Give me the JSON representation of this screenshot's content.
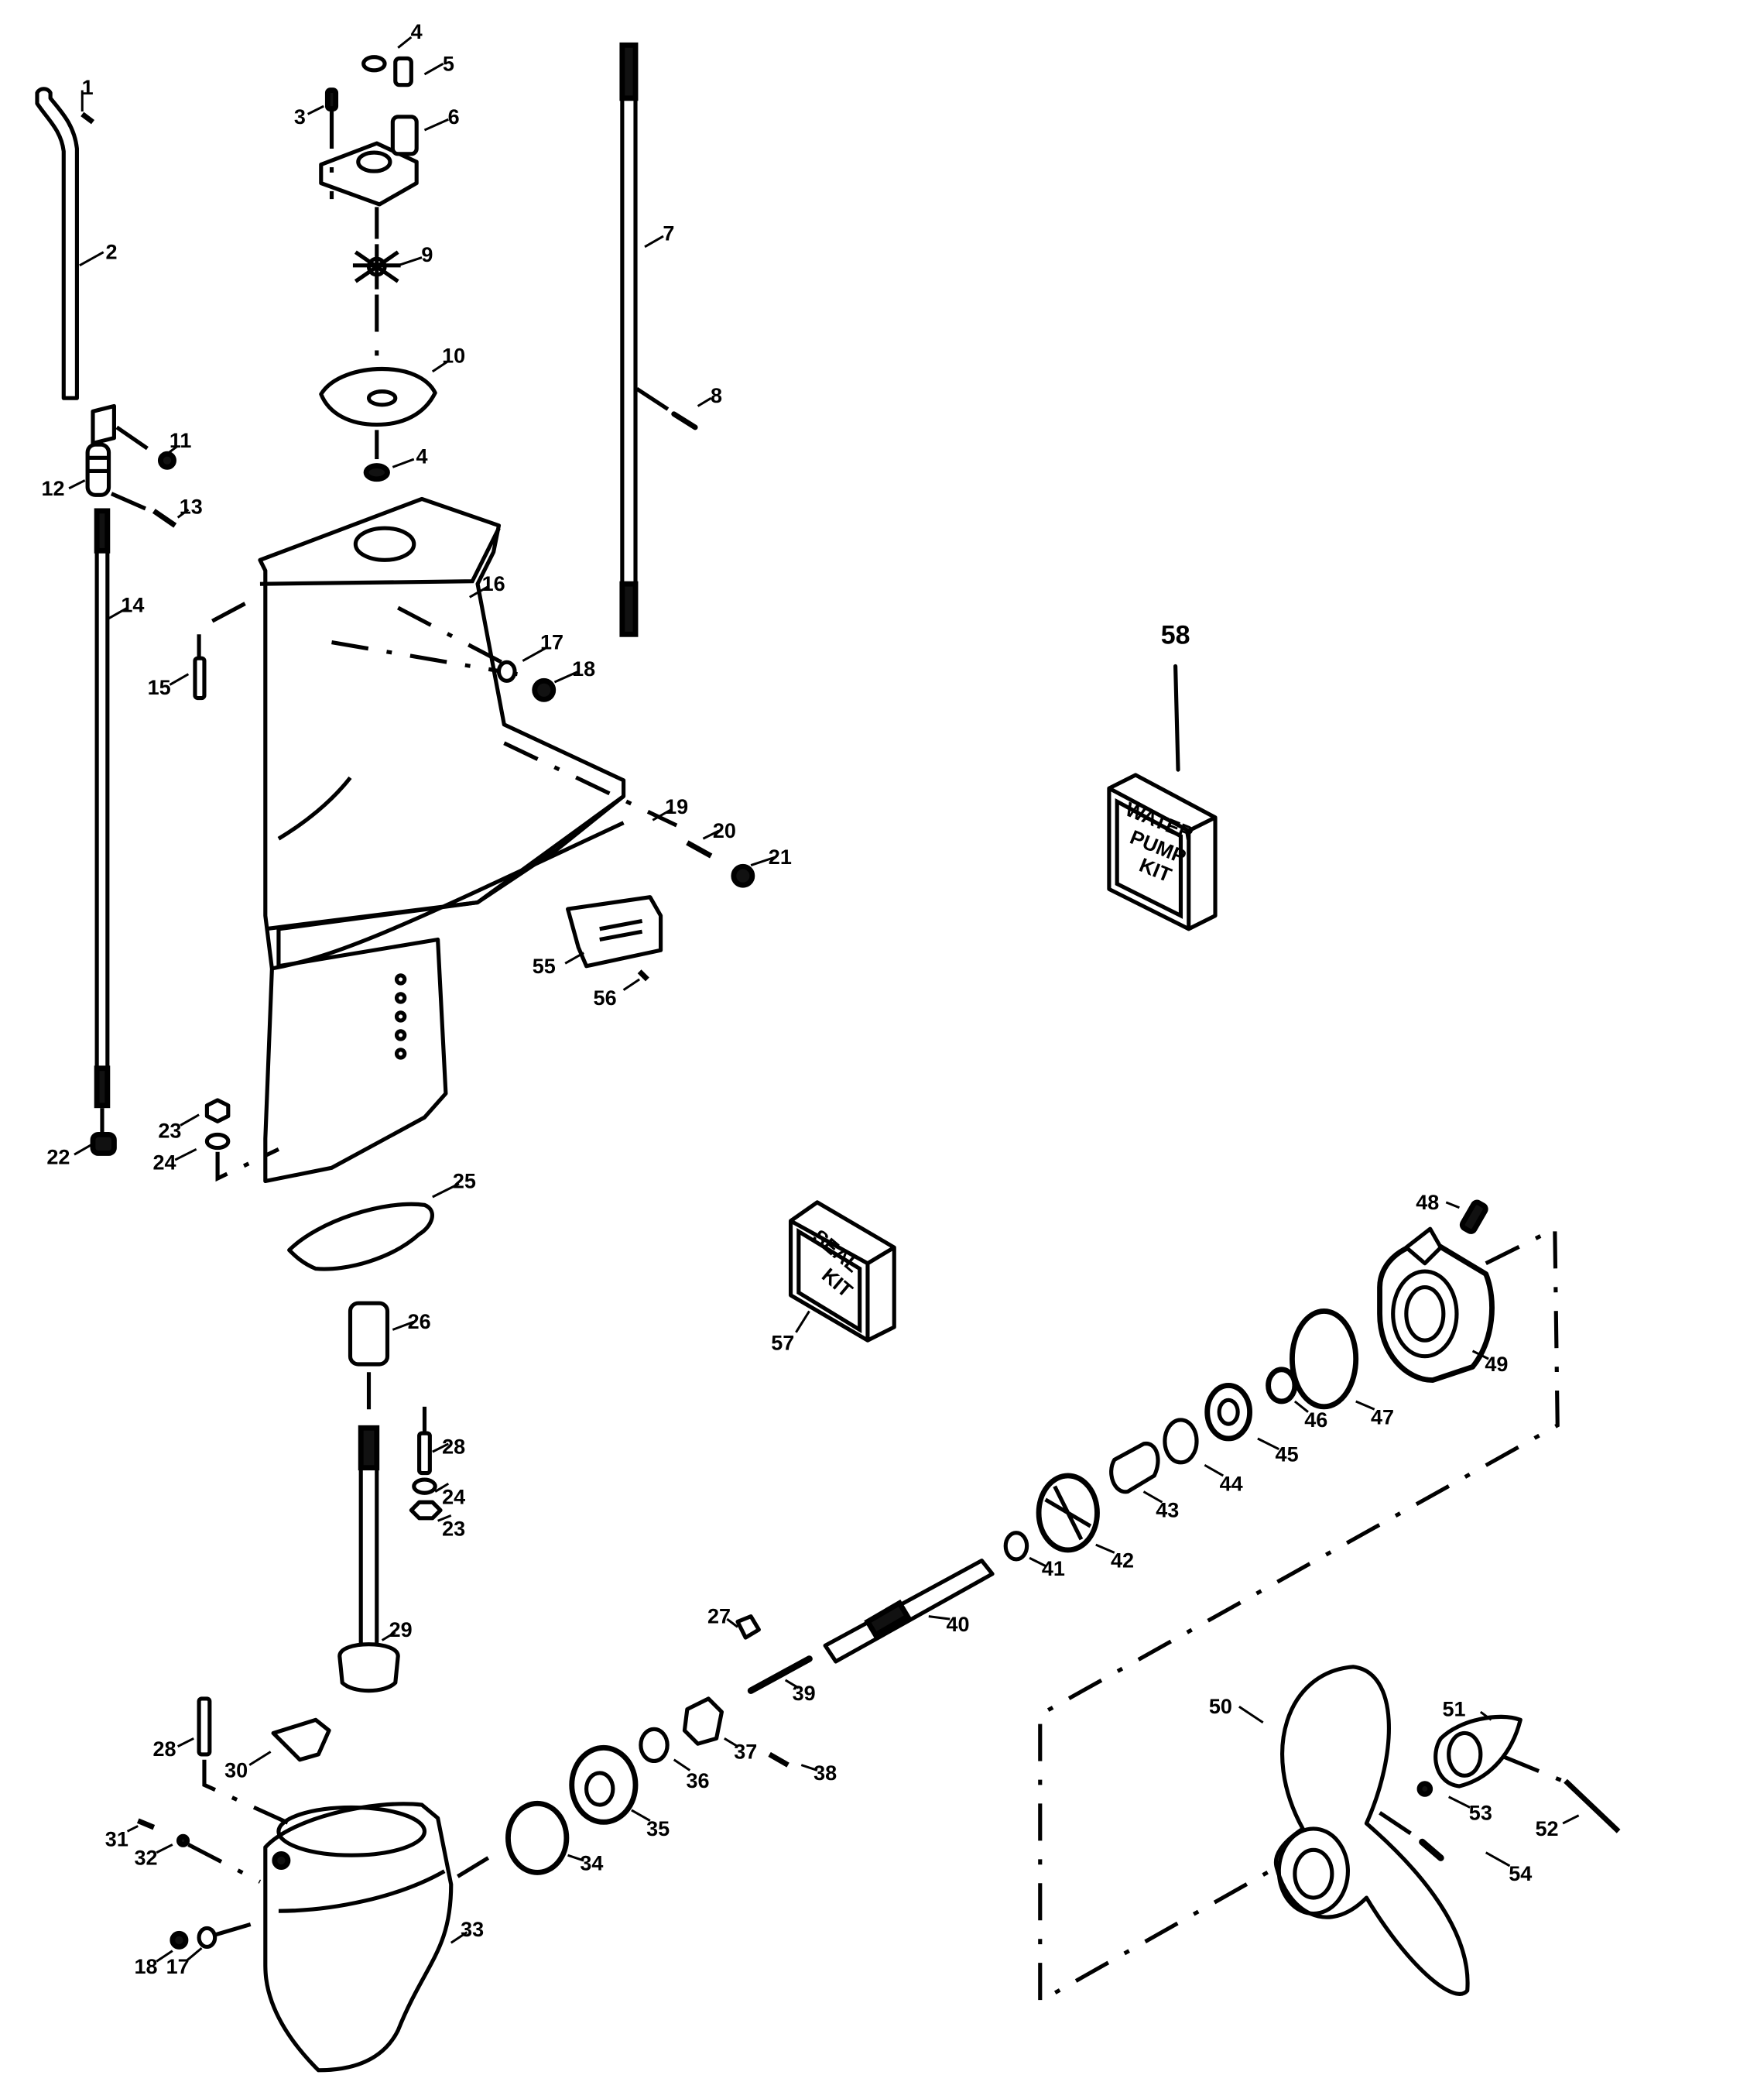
{
  "diagram": {
    "title": "Outboard lower unit (gearcase) exploded parts diagram",
    "background_color": "#ffffff",
    "line_color": "#000000"
  },
  "callouts": [
    {
      "id": "c1",
      "label": "1",
      "part": "pin"
    },
    {
      "id": "c2",
      "label": "2",
      "part": "shift rod (upper)"
    },
    {
      "id": "c3",
      "label": "3",
      "part": "screw"
    },
    {
      "id": "c4a",
      "label": "4",
      "part": "seal"
    },
    {
      "id": "c5",
      "label": "5",
      "part": "water tube grommet"
    },
    {
      "id": "c6",
      "label": "6",
      "part": "water pump housing"
    },
    {
      "id": "c7",
      "label": "7",
      "part": "drive shaft"
    },
    {
      "id": "c8",
      "label": "8",
      "part": "pin"
    },
    {
      "id": "c9",
      "label": "9",
      "part": "impeller"
    },
    {
      "id": "c10",
      "label": "10",
      "part": "impeller plate"
    },
    {
      "id": "c4b",
      "label": "4",
      "part": "seal"
    },
    {
      "id": "c11",
      "label": "11",
      "part": "screw"
    },
    {
      "id": "c12",
      "label": "12",
      "part": "shift rod connector"
    },
    {
      "id": "c13",
      "label": "13",
      "part": "pin"
    },
    {
      "id": "c14",
      "label": "14",
      "part": "shift rod (lower)"
    },
    {
      "id": "c15",
      "label": "15",
      "part": "bolt"
    },
    {
      "id": "c16",
      "label": "16",
      "part": "drive shaft housing"
    },
    {
      "id": "c17a",
      "label": "17",
      "part": "washer"
    },
    {
      "id": "c18a",
      "label": "18",
      "part": "screw"
    },
    {
      "id": "c19",
      "label": "19",
      "part": "anti-cavitation plate"
    },
    {
      "id": "c20",
      "label": "20",
      "part": "pin"
    },
    {
      "id": "c21",
      "label": "21",
      "part": "screw"
    },
    {
      "id": "c55",
      "label": "55",
      "part": "trim tab / anode"
    },
    {
      "id": "c56",
      "label": "56",
      "part": "screw"
    },
    {
      "id": "c22",
      "label": "22",
      "part": "grommet"
    },
    {
      "id": "c23a",
      "label": "23",
      "part": "nut"
    },
    {
      "id": "c24a",
      "label": "24",
      "part": "washer"
    },
    {
      "id": "c25",
      "label": "25",
      "part": "gasket"
    },
    {
      "id": "c26",
      "label": "26",
      "part": "sleeve"
    },
    {
      "id": "c28a",
      "label": "28",
      "part": "stud"
    },
    {
      "id": "c24b",
      "label": "24",
      "part": "washer"
    },
    {
      "id": "c23b",
      "label": "23",
      "part": "nut"
    },
    {
      "id": "c29",
      "label": "29",
      "part": "pinion shaft / drive gear"
    },
    {
      "id": "c28b",
      "label": "28",
      "part": "stud"
    },
    {
      "id": "c30",
      "label": "30",
      "part": "shift lever bracket"
    },
    {
      "id": "c31",
      "label": "31",
      "part": "screw"
    },
    {
      "id": "c32",
      "label": "32",
      "part": "ball"
    },
    {
      "id": "c33",
      "label": "33",
      "part": "gearcase"
    },
    {
      "id": "c18b",
      "label": "18",
      "part": "screw"
    },
    {
      "id": "c17b",
      "label": "17",
      "part": "washer"
    },
    {
      "id": "c34",
      "label": "34",
      "part": "bearing cup"
    },
    {
      "id": "c35",
      "label": "35",
      "part": "forward gear"
    },
    {
      "id": "c36",
      "label": "36",
      "part": "thrust washer"
    },
    {
      "id": "c37",
      "label": "37",
      "part": "clutch dog"
    },
    {
      "id": "c38",
      "label": "38",
      "part": "pin"
    },
    {
      "id": "c27",
      "label": "27",
      "part": "shift cam"
    },
    {
      "id": "c39",
      "label": "39",
      "part": "shift plunger"
    },
    {
      "id": "c40",
      "label": "40",
      "part": "propeller shaft"
    },
    {
      "id": "c41",
      "label": "41",
      "part": "thrust washer"
    },
    {
      "id": "c42",
      "label": "42",
      "part": "reverse gear"
    },
    {
      "id": "c43",
      "label": "43",
      "part": "bushing"
    },
    {
      "id": "c44",
      "label": "44",
      "part": "washer"
    },
    {
      "id": "c45",
      "label": "45",
      "part": "bearing"
    },
    {
      "id": "c46",
      "label": "46",
      "part": "seal"
    },
    {
      "id": "c47",
      "label": "47",
      "part": "o-ring"
    },
    {
      "id": "c48",
      "label": "48",
      "part": "screw"
    },
    {
      "id": "c49",
      "label": "49",
      "part": "bearing carrier"
    },
    {
      "id": "c50",
      "label": "50",
      "part": "propeller"
    },
    {
      "id": "c51",
      "label": "51",
      "part": "propeller nut / cone"
    },
    {
      "id": "c52",
      "label": "52",
      "part": "cotter pin"
    },
    {
      "id": "c53",
      "label": "53",
      "part": "washer"
    },
    {
      "id": "c54",
      "label": "54",
      "part": "shear pin"
    },
    {
      "id": "c57",
      "label": "57",
      "part": "seal kit"
    },
    {
      "id": "c58",
      "label": "58",
      "part": "water pump kit"
    }
  ],
  "kits": {
    "water_pump": {
      "lines": [
        "WATER",
        "PUMP",
        "KIT"
      ],
      "callout": "58"
    },
    "seal": {
      "lines": [
        "SEAL",
        "KIT"
      ],
      "callout": "57"
    }
  }
}
